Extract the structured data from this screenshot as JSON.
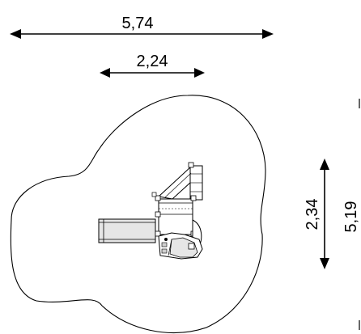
{
  "dimensions": {
    "overall_width": "5,74",
    "structure_width": "2,24",
    "structure_depth": "2,34",
    "overall_depth": "5,19"
  },
  "colors": {
    "line": "#000000",
    "fill_light": "#e6e6e6",
    "fill_mid": "#cfcfcf",
    "background": "#ffffff"
  }
}
